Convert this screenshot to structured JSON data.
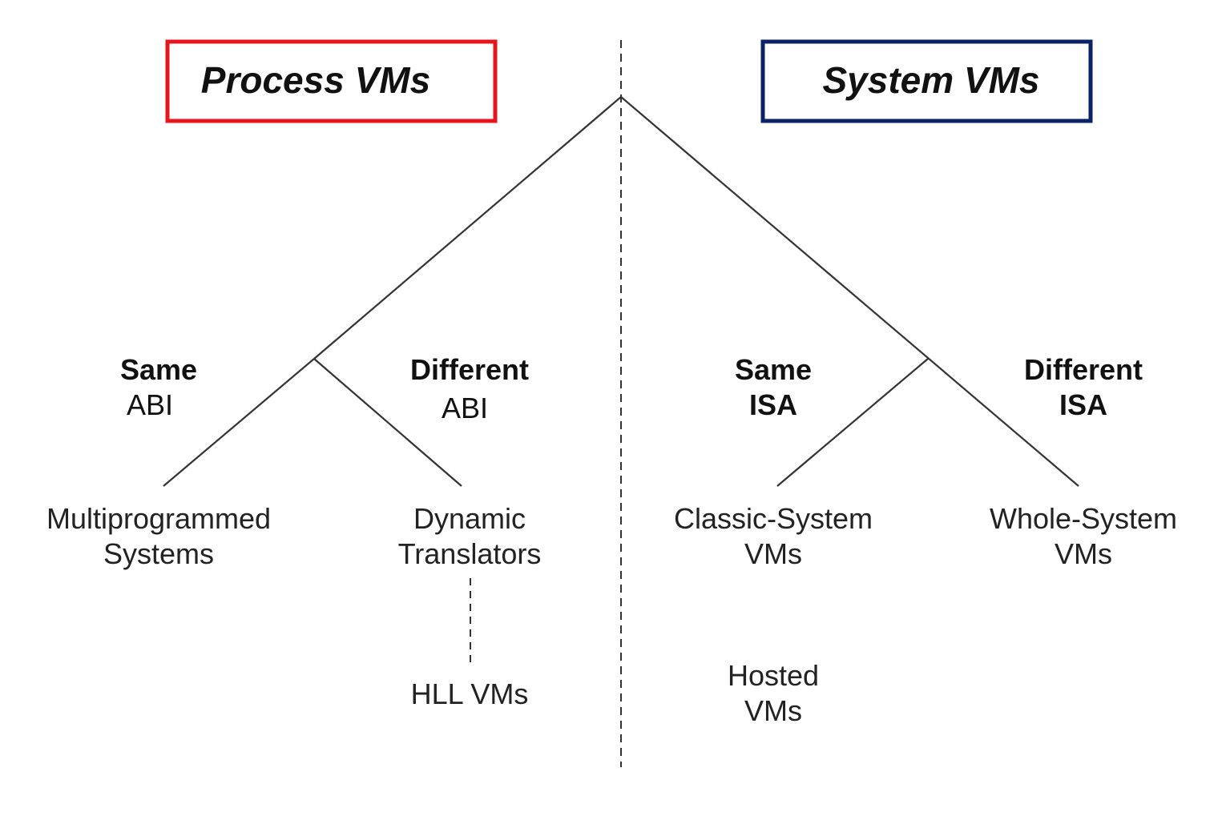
{
  "left_category": {
    "title": "Process VMs",
    "border_color": "#e8141b"
  },
  "right_category": {
    "title": "System VMs",
    "border_color": "#0b2366"
  },
  "branches": {
    "left_same": {
      "line1": "Same",
      "line2": "ABI"
    },
    "left_different": {
      "line1": "Different",
      "line2": "ABI"
    },
    "right_same": {
      "line1": "Same",
      "line2": "ISA"
    },
    "right_different": {
      "line1": "Different",
      "line2": "ISA"
    }
  },
  "leaves": {
    "multiprogrammed": {
      "line1": "Multiprogrammed",
      "line2": "Systems"
    },
    "dynamic_translators": {
      "line1": "Dynamic",
      "line2": "Translators"
    },
    "hll_vms": {
      "line1": "HLL VMs"
    },
    "classic_system": {
      "line1": "Classic-System",
      "line2": "VMs"
    },
    "whole_system": {
      "line1": "Whole-System",
      "line2": "VMs"
    },
    "hosted": {
      "line1": "Hosted",
      "line2": "VMs"
    }
  },
  "colors": {
    "line": "#333333",
    "text": "#222222"
  }
}
